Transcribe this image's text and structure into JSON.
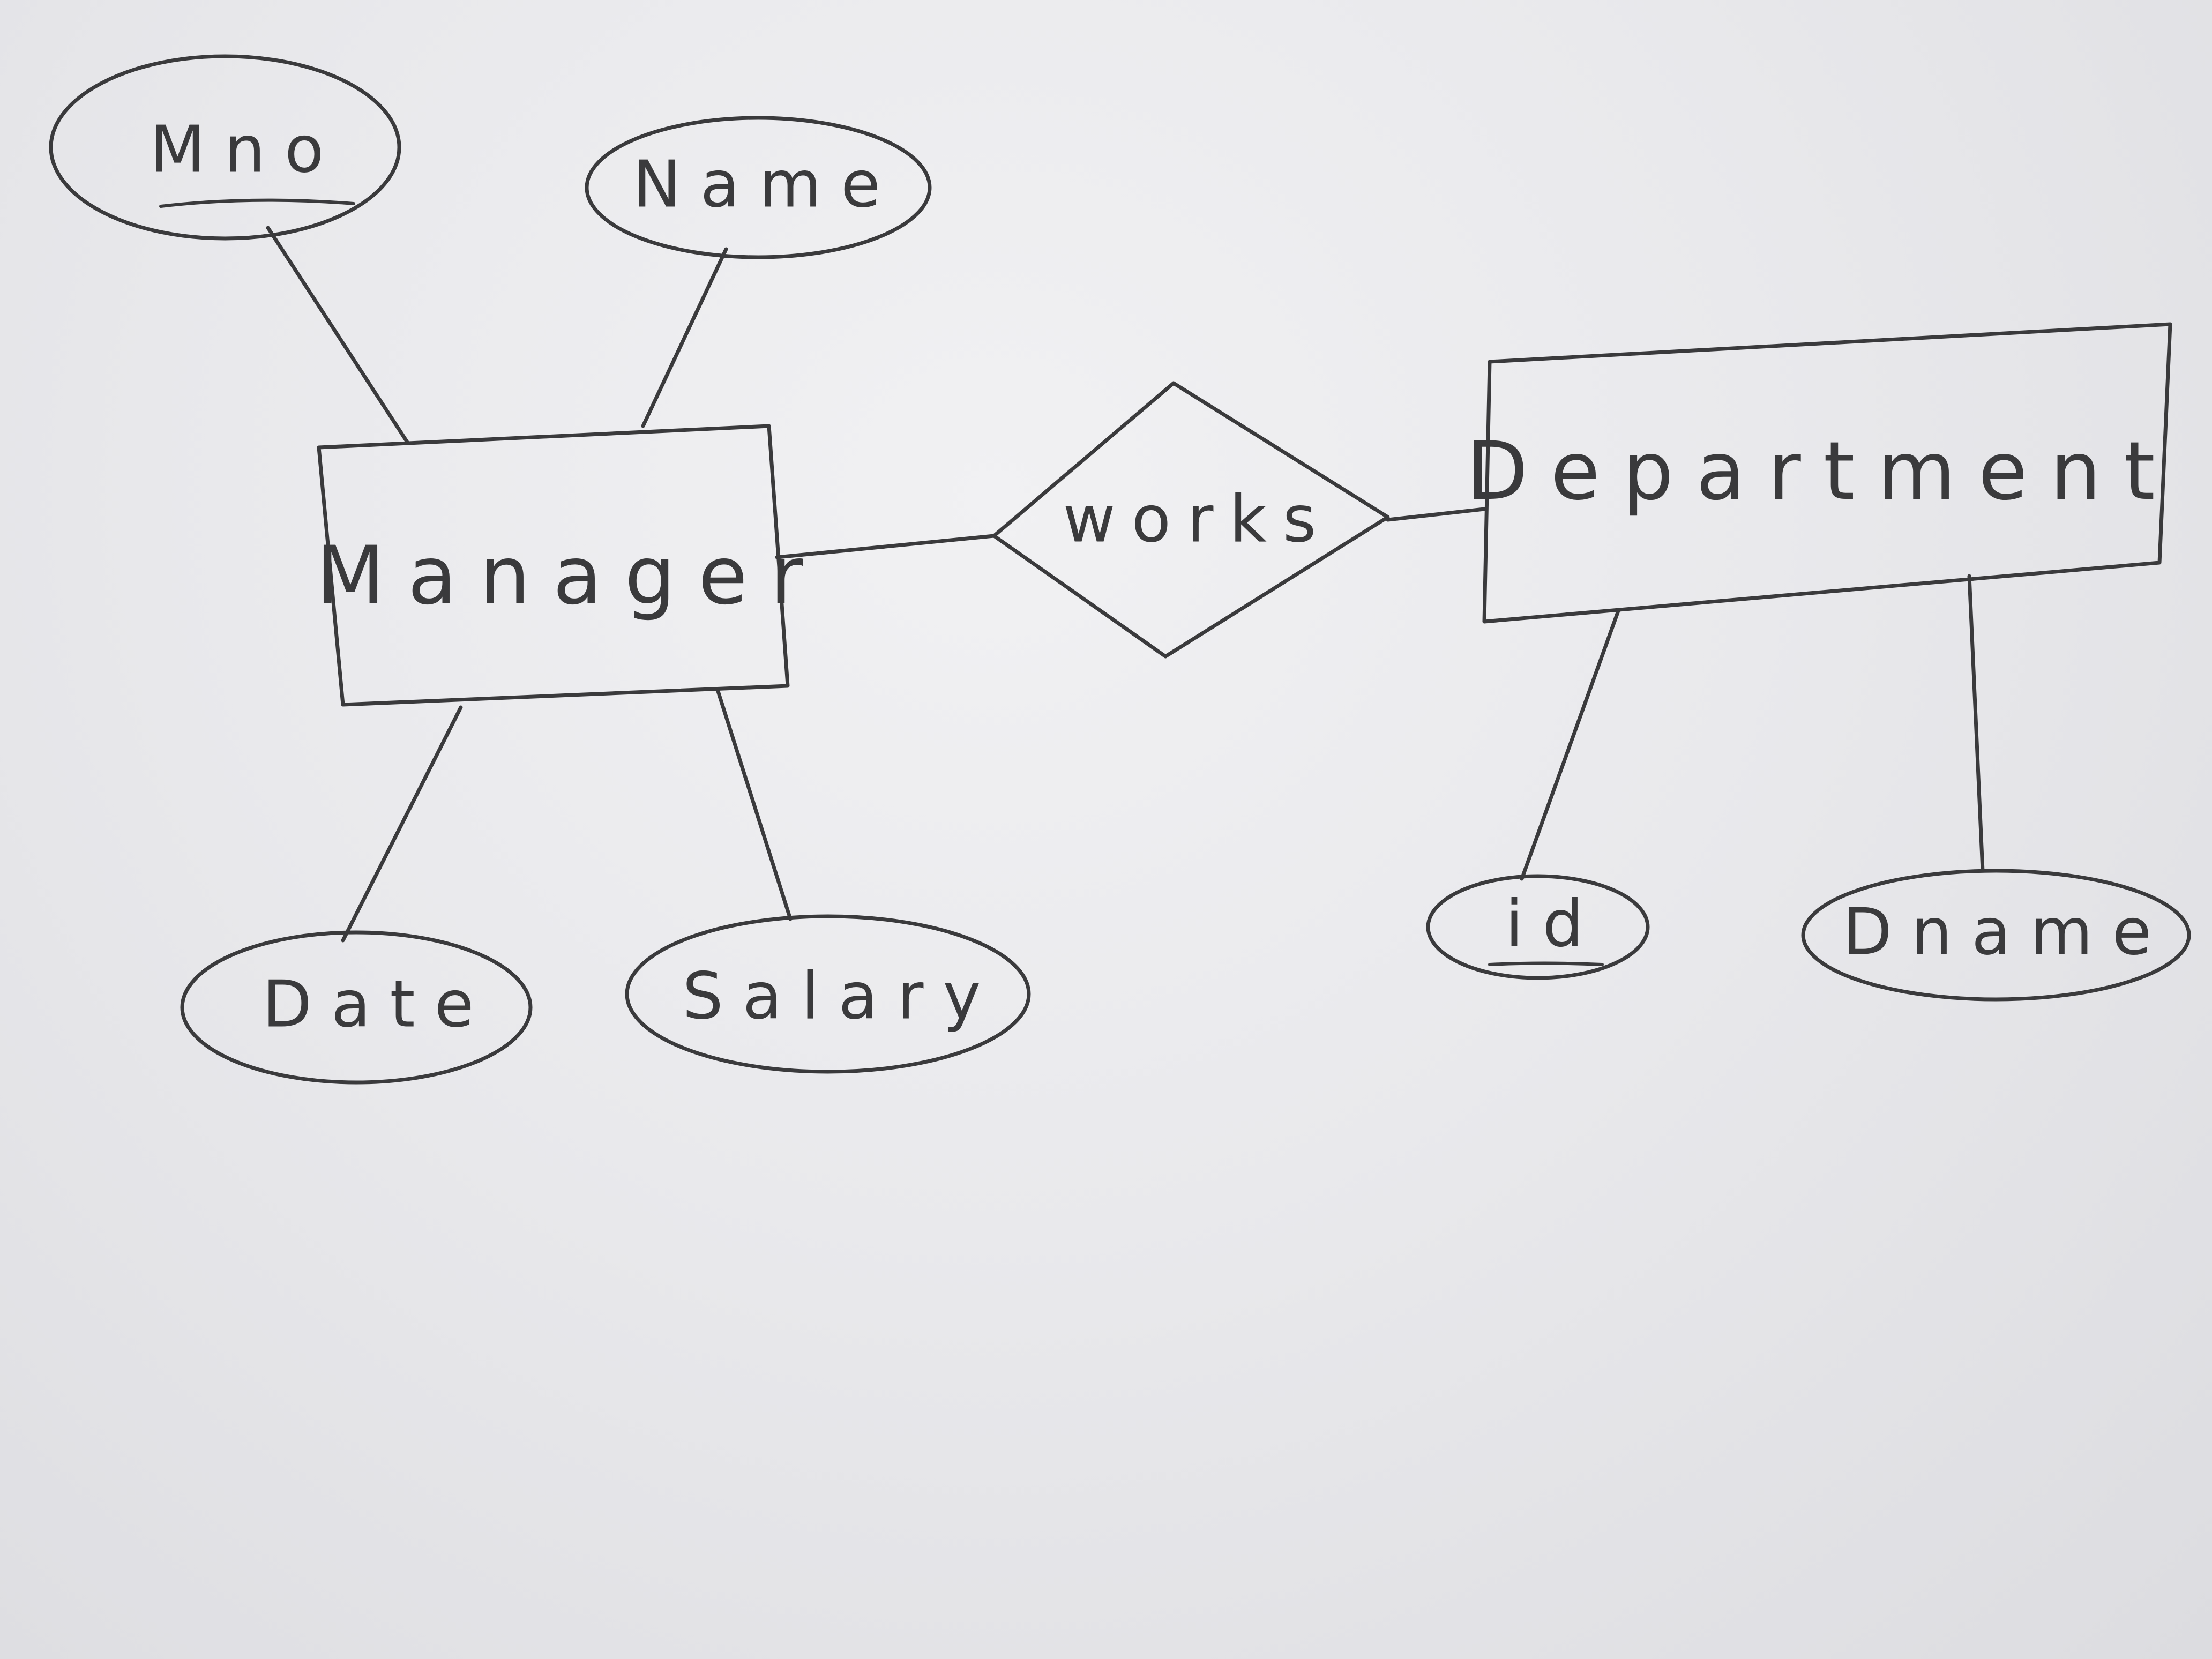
{
  "diagram": {
    "entities": [
      {
        "id": "manager",
        "label": "Manager"
      },
      {
        "id": "department",
        "label": "Department"
      }
    ],
    "relationships": [
      {
        "id": "works",
        "label": "works",
        "connects": [
          "manager",
          "department"
        ]
      }
    ],
    "attributes": [
      {
        "id": "mno",
        "label": "Mno",
        "entity": "manager",
        "key": true
      },
      {
        "id": "name",
        "label": "Name",
        "entity": "manager",
        "key": false
      },
      {
        "id": "date",
        "label": "Date",
        "entity": "manager",
        "key": false
      },
      {
        "id": "salary",
        "label": "Salary",
        "entity": "manager",
        "key": false
      },
      {
        "id": "id",
        "label": "id",
        "entity": "department",
        "key": true
      },
      {
        "id": "dname",
        "label": "Dname",
        "entity": "department",
        "key": false
      }
    ]
  }
}
